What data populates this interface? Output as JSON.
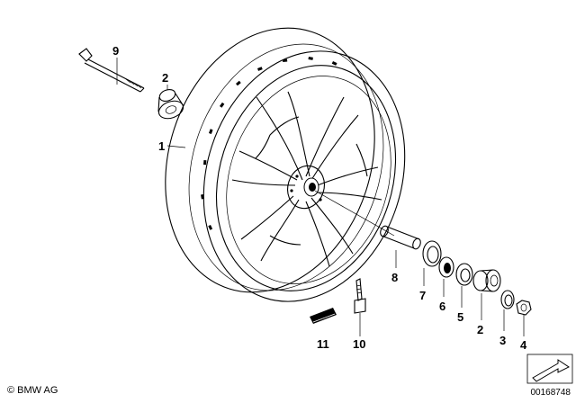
{
  "callouts": {
    "c9": "9",
    "c2a": "2",
    "c1": "1",
    "c8": "8",
    "c7": "7",
    "c6": "6",
    "c5": "5",
    "c2b": "2",
    "c3": "3",
    "c4": "4",
    "c11": "11",
    "c10": "10"
  },
  "footer": {
    "copyright": "© BMW AG",
    "diagram_number": "00168748"
  },
  "icons": {
    "corner": "folded-corner-arrow-icon"
  }
}
